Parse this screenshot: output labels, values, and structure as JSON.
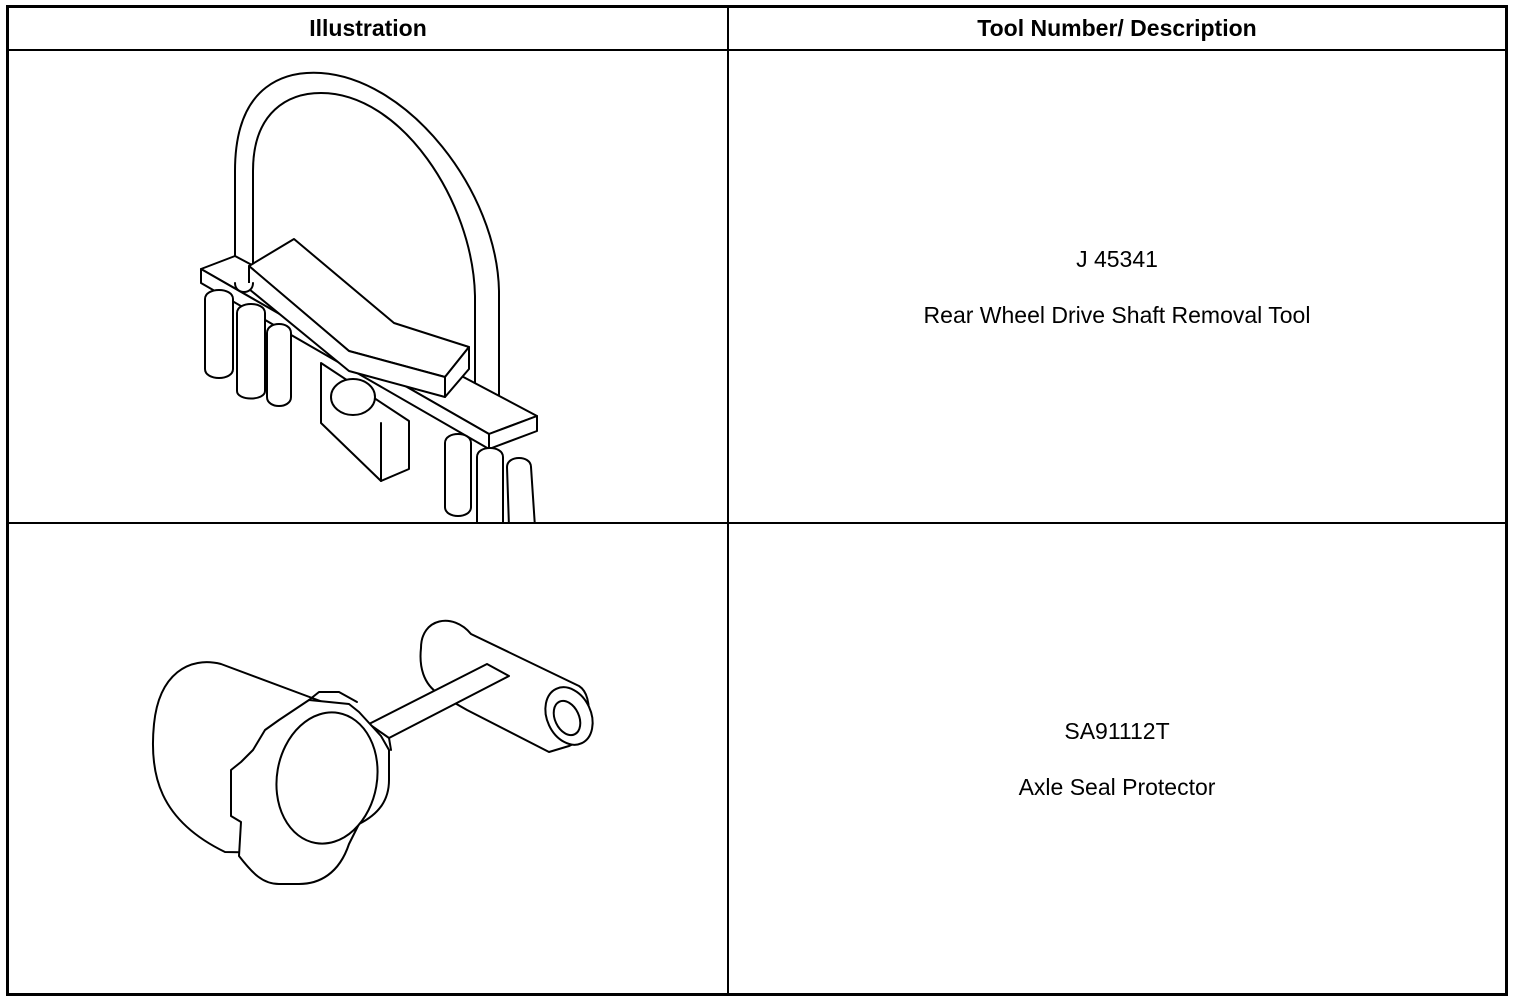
{
  "table": {
    "headers": {
      "illustration": "Illustration",
      "description": "Tool Number/ Description"
    },
    "rows": [
      {
        "illustration_icon": "driveshaft-removal-tool-icon",
        "tool_number": "J 45341",
        "description": "Rear Wheel Drive Shaft Removal Tool"
      },
      {
        "illustration_icon": "axle-seal-protector-icon",
        "tool_number": "SA91112T",
        "description": "Axle Seal Protector"
      }
    ]
  }
}
